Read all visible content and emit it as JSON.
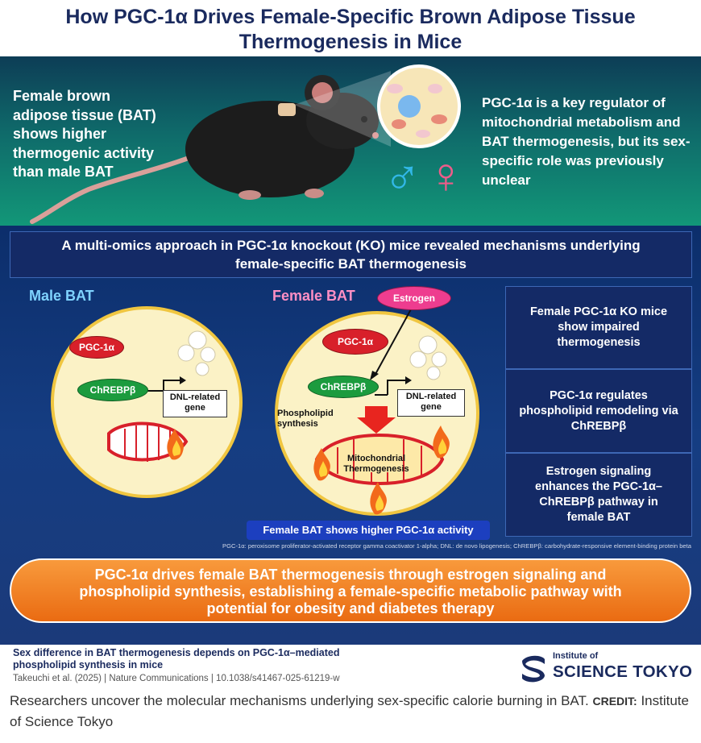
{
  "title": {
    "line1": "How PGC-1α Drives Female-Specific Brown Adipose Tissue",
    "line2": "Thermogenesis in Mice"
  },
  "hero": {
    "left_text": "Female brown adipose tissue (BAT) shows higher thermogenic activity than male BAT",
    "right_text": "PGC-1α is a key regulator of mitochondrial metabolism and BAT thermogenesis, but its sex-specific role was previously unclear",
    "male_symbol": "♂",
    "female_symbol": "♀"
  },
  "banner": {
    "line1": "A multi-omics approach in PGC-1α knockout (KO) mice revealed mechanisms underlying",
    "line2": "female-specific BAT thermogenesis"
  },
  "male": {
    "label": "Male BAT",
    "pgc": "PGC-1α",
    "chrebp": "ChREBPβ",
    "dnl_line1": "DNL-related",
    "dnl_line2": "gene"
  },
  "female": {
    "label": "Female BAT",
    "estrogen": "Estrogen",
    "pgc": "PGC-1α",
    "chrebp": "ChREBPβ",
    "dnl_line1": "DNL-related",
    "dnl_line2": "gene",
    "phospholipid_line1": "Phospholipid",
    "phospholipid_line2": "synthesis",
    "mito_line1": "Mitochondrial",
    "mito_line2": "Thermogenesis",
    "activity": "Female BAT shows higher PGC-1α activity"
  },
  "findings": [
    "Female PGC-1α KO mice show impaired thermogenesis",
    "PGC-1α regulates phospholipid remodeling via ChREBPβ",
    "Estrogen signaling enhances the PGC-1α–ChREBPβ pathway in female BAT"
  ],
  "footnote": "PGC-1α: peroxisome proliferator-activated receptor gamma coactivator 1-alpha; DNL: de novo lipogenesis; ChREBPβ: carbohydrate-responsive element-binding protein beta",
  "conclusion": {
    "line1": "PGC-1α drives female BAT thermogenesis through estrogen signaling and",
    "line2": "phospholipid synthesis, establishing a female-specific metabolic pathway with",
    "line3": "potential for obesity and diabetes therapy"
  },
  "citation": {
    "title_line1": "Sex difference in BAT thermogenesis depends on PGC-1α–mediated",
    "title_line2": "phospholipid synthesis in mice",
    "ref": "Takeuchi et al. (2025) | Nature Communications | 10.1038/s41467-025-61219-w",
    "logo_sub": "Institute of",
    "logo_main": "SCIENCE TOKYO"
  },
  "caption": {
    "text": "Researchers uncover the molecular mechanisms underlying sex-specific calorie burning in BAT.",
    "credit_label": "CREDIT:",
    "credit": "Institute of Science Tokyo"
  },
  "colors": {
    "navy": "#1a2a5e",
    "teal": "#129778",
    "orange": "#ea6b12",
    "pgc_red": "#d8202a",
    "chrebp_green": "#1c9b3e",
    "estrogen_pink": "#ee3d8f",
    "male_blue": "#32b8e8",
    "female_pink": "#ee5c8a"
  }
}
